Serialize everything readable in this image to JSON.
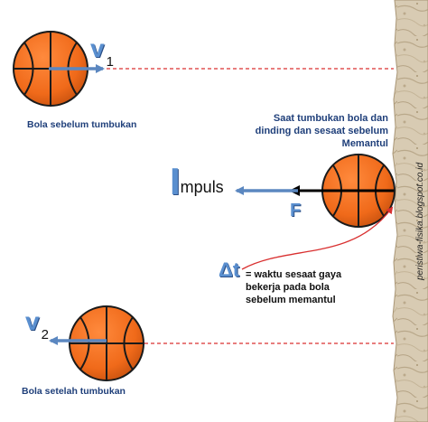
{
  "labels": {
    "v1_letter": "v",
    "v1_sub": "1",
    "before_caption": "Bola sebelum tumbukan",
    "impact_line1": "Saat tumbukan bola dan",
    "impact_line2": "dinding dan sesaat sebelum",
    "impact_line3": "Memantul",
    "impuls_I": "I",
    "impuls_rest": "mpuls",
    "force_F": "F",
    "delta": "Δ",
    "delta_t": "t",
    "dt_line1": "= waktu sesaat gaya",
    "dt_line2": "bekerja pada bola",
    "dt_line3": "sebelum memantul",
    "v2_letter": "v",
    "v2_sub": "2",
    "after_caption": "Bola setelah tumbukan",
    "watermark": "peristiwa-fisika.blogspot.co.id"
  },
  "colors": {
    "ball_fill": "#f26b1d",
    "ball_seam": "#1a1a1a",
    "arrow_blue": "#5b87c0",
    "arrow_black": "#000000",
    "dashed_red": "#d93030",
    "curve_red": "#d93030",
    "wall": "#d4c6ae",
    "label_blue": "#1f3f7a"
  },
  "icons": {
    "ball": "basketball-icon",
    "wall": "stone-wall-icon"
  }
}
